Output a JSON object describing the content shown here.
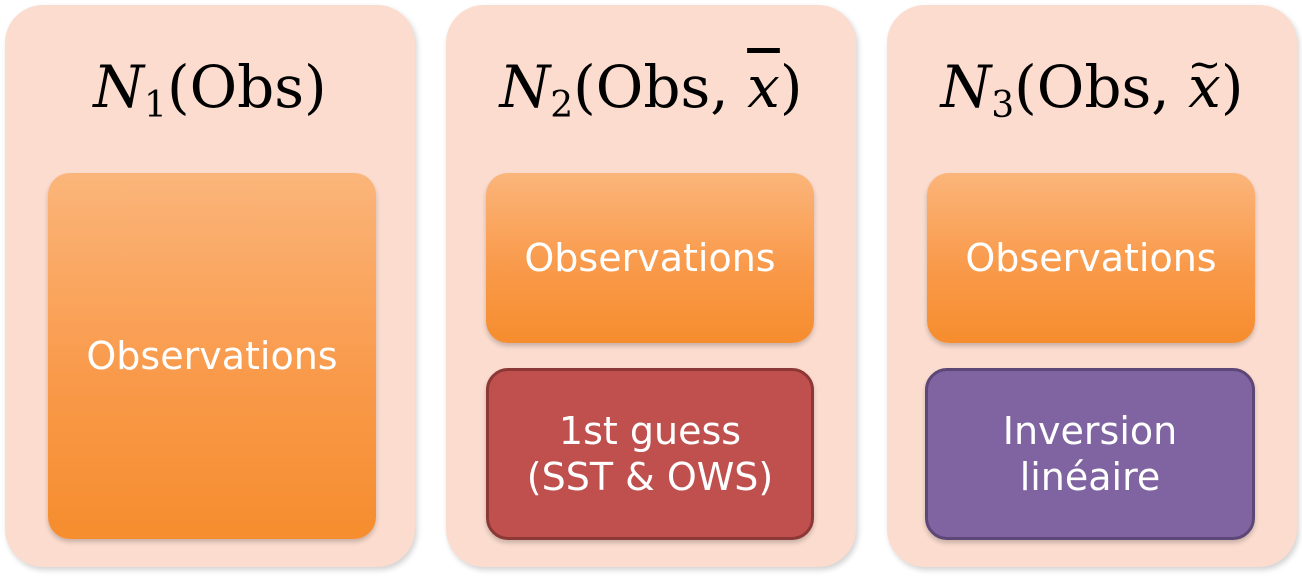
{
  "panels": [
    {
      "title": {
        "calligraphic": "N",
        "subscript": "1",
        "open": "(",
        "args": "Obs",
        "variable": "",
        "close": ")"
      },
      "boxes": [
        {
          "label": "Observations"
        }
      ]
    },
    {
      "title": {
        "calligraphic": "N",
        "subscript": "2",
        "open": "(",
        "args": "Obs, ",
        "variable": "x",
        "close": ")"
      },
      "boxes": [
        {
          "label": "Observations"
        },
        {
          "label": "1st guess\n(SST & OWS)"
        }
      ]
    },
    {
      "title": {
        "calligraphic": "N",
        "subscript": "3",
        "open": "(",
        "args": "Obs, ",
        "variable": "x",
        "close": ")"
      },
      "boxes": [
        {
          "label": "Observations"
        },
        {
          "label": "Inversion\nlinéaire"
        }
      ]
    }
  ],
  "colors": {
    "panel_background": "#fbdccf",
    "observations_box": "#f99a4b",
    "first_guess_box": "#c0504d",
    "inversion_box": "#8064a2",
    "box_text": "#ffffff"
  }
}
